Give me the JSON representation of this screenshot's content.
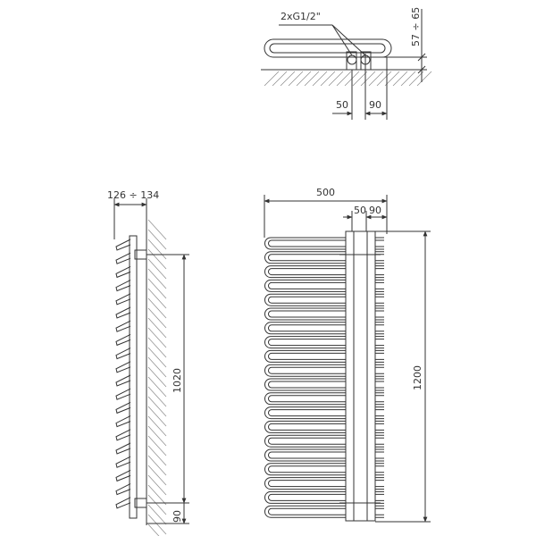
{
  "colors": {
    "line": "#333333",
    "hatch": "#8a8a8a",
    "bg": "#ffffff"
  },
  "top_view": {
    "connection_label": "2xG1/2\"",
    "spacing_a": "50",
    "spacing_b": "90",
    "wall_offset": "57 ÷ 65"
  },
  "side_view": {
    "depth": "126 ÷ 134",
    "center_distance": "1020",
    "bottom_offset": "90"
  },
  "front_view": {
    "width": "500",
    "spacing_a": "50",
    "spacing_b": "90",
    "height": "1200"
  },
  "tube_count": 20
}
